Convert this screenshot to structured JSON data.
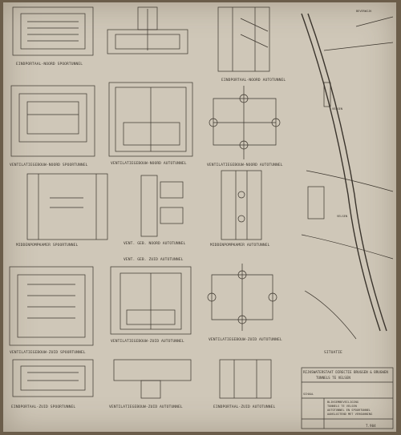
{
  "drawings": {
    "r1c1": "EINDPORTAAL-NOORD SPOORTUNNEL",
    "r1c3": "EINDPORTAAL-NOORD AUTOTUNNEL",
    "r2c1": "VENTILATIEGEBOUW-NOORD SPOORTUNNEL",
    "r2c2": "VENTILATIEGEBOUW-NOORD AUTOTUNNEL",
    "r2c3": "VENTILATIEGEBOUW-NOORD AUTOTUNNEL",
    "r3c2": "VENT. GEB. NOORD AUTOTUNNEL",
    "r4c1": "MIDDENPOMPKAMER SPOORTUNNEL",
    "r4c2": "VENT. GEB. ZUID AUTOTUNNEL",
    "r4c3": "MIDDENPOMPKAMER AUTOTUNNEL",
    "r5c1": "VENTILATIEGEBOUW-ZUID SPOORTUNNEL",
    "r5c2": "VENTILATIEGEBOUW-ZUID AUTOTUNNEL",
    "r5c3": "VENTILATIEGEBOUW-ZUID AUTOTUNNEL",
    "r6c1": "EINDPORTAAL-ZUID SPOORTUNNEL",
    "r6c2": "VENTILATIEGEBOUW-ZUID AUTOTUNNEL",
    "r6c3": "EINDPORTAAL-ZUID AUTOTUNNEL",
    "situatie": "SITUATIE"
  },
  "map": {
    "town_north": "BEVERWIJK",
    "town_mid": "VELSEN",
    "town_mid2": "VELSEN"
  },
  "title_block": {
    "agency": "RIJKSWATERSTAAT DIRECTIE BRUGGEN & BRUGWEN",
    "project": "TUNNELS TE VELSEN",
    "schaal": "SCHAAL",
    "drawing_title_1": "BLIKSEMBEVEILIGING",
    "drawing_title_2": "TUNNELS TE VELSEN",
    "drawing_title_3": "AUTOTUNNEL EN SPOORTUNNEL",
    "drawing_title_4": "AANSLUITEND MET VERGUNNING",
    "drawing_no": "T.904"
  },
  "colors": {
    "paper": "#cfc7b8",
    "ink": "#3a342c",
    "frame": "#6b5d4a"
  }
}
